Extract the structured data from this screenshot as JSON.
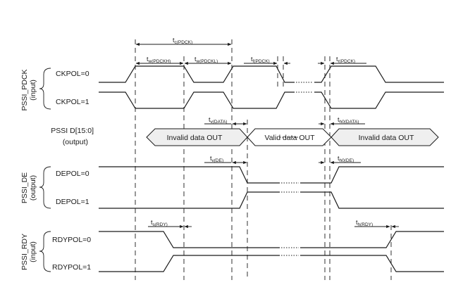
{
  "groups": {
    "pdck": "PSSI_PDCK",
    "pdck_dir": "(input)",
    "de": "PSSI_DE",
    "de_dir": "(output)",
    "rdy": "PSSI_RDY",
    "rdy_dir": "(input)"
  },
  "signals": {
    "ckpol0": "CKPOL=0",
    "ckpol1": "CKPOL=1",
    "data": "PSSI D[15:0]",
    "data_dir": "(output)",
    "depol0": "DEPOL=0",
    "depol1": "DEPOL=1",
    "rdypol0": "RDYPOL=0",
    "rdypol1": "RDYPOL=1"
  },
  "bus": {
    "seg1": "Invalid data OUT",
    "seg2": "Valid data OUT",
    "seg3": "Invalid data OUT"
  },
  "timings": {
    "c_pdck": {
      "t": "t",
      "sub": "c(PDCK)"
    },
    "w_pdckh": {
      "t": "t",
      "sub": "w(PDCKH)"
    },
    "w_pdckl": {
      "t": "t",
      "sub": "w(PDCKL)"
    },
    "f_pdck": {
      "t": "t",
      "sub": "f(PDCK)"
    },
    "r_pdck": {
      "t": "t",
      "sub": "r(PDCK)"
    },
    "v_data": {
      "t": "t",
      "sub": "v(DATA)"
    },
    "h_data": {
      "t": "t",
      "sub": "h0(DATA)"
    },
    "v_de": {
      "t": "t",
      "sub": "v(DE)"
    },
    "h_de": {
      "t": "t",
      "sub": "h0(DE)"
    },
    "s_rdy": {
      "t": "t",
      "sub": "s(RDY)"
    },
    "h_rdy": {
      "t": "t",
      "sub": "h(RDY)"
    }
  }
}
